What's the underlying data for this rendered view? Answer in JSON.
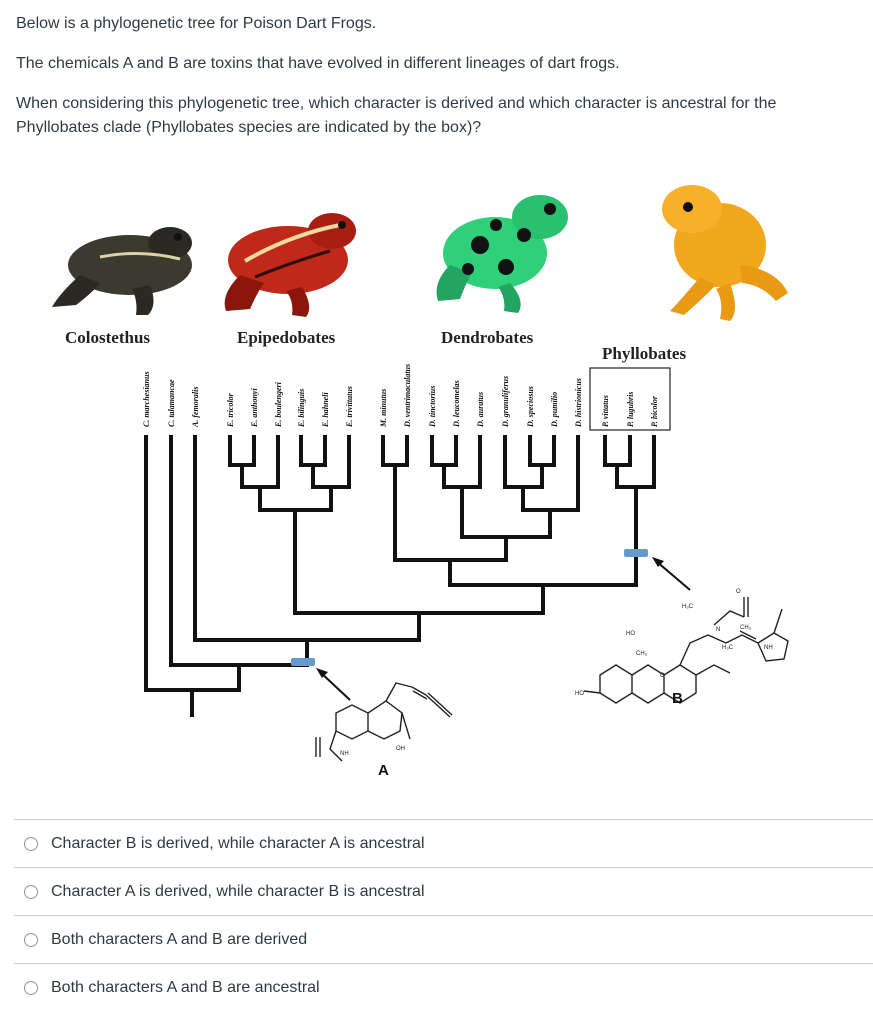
{
  "question": {
    "line1": "Below is a phylogenetic tree for Poison Dart Frogs.",
    "line2": "The chemicals A and B are toxins that have evolved in different lineages of dart frogs.",
    "line3": "When considering this phylogenetic tree, which character is derived and which character is ancestral for the Phyllobates clade (Phyllobates species are indicated by the box)?"
  },
  "figure": {
    "clades": [
      "Colostethus",
      "Epipedobates",
      "Dendrobates",
      "Phyllobates"
    ],
    "species": [
      "C. marchesianus",
      "C. talamancae",
      "A. femoralis",
      "E. tricolor",
      "E. anthonyi",
      "E. boulengeri",
      "E. bilinguis",
      "E. hahneli",
      "E. trivittatus",
      "M. minutus",
      "D. ventrimaculatus",
      "D. tinctorius",
      "D. leucomelas",
      "D. auratus",
      "D. granuliferus",
      "D. speciosus",
      "D. pumilio",
      "D. histrionicus",
      "P. vittatus",
      "P. lugubris",
      "P. bicolor"
    ],
    "toxin_a_label": "A",
    "toxin_b_label": "B",
    "atom_labels": {
      "nh": "NH",
      "oh": "OH",
      "h3c": "H₃C",
      "ho": "HO",
      "ch3": "CH₃",
      "o": "O",
      "n": "N",
      "ch3_b": "CH₃",
      "h3c_b": "H₃C",
      "nh_b": "NH",
      "o_b": "O",
      "ho_b": "HO"
    },
    "colors": {
      "marker": "#6699cc",
      "branch": "#111111",
      "frog_colostethus": "#3a3a2e",
      "frog_epipedobates": "#c0281a",
      "frog_dendrobates": "#2ed17a",
      "frog_phyllobates": "#f2a81c"
    }
  },
  "options": [
    "Character B is derived, while character A is ancestral",
    "Character A is derived, while character B is ancestral",
    "Both characters A and B are derived",
    "Both characters A and B are ancestral"
  ]
}
